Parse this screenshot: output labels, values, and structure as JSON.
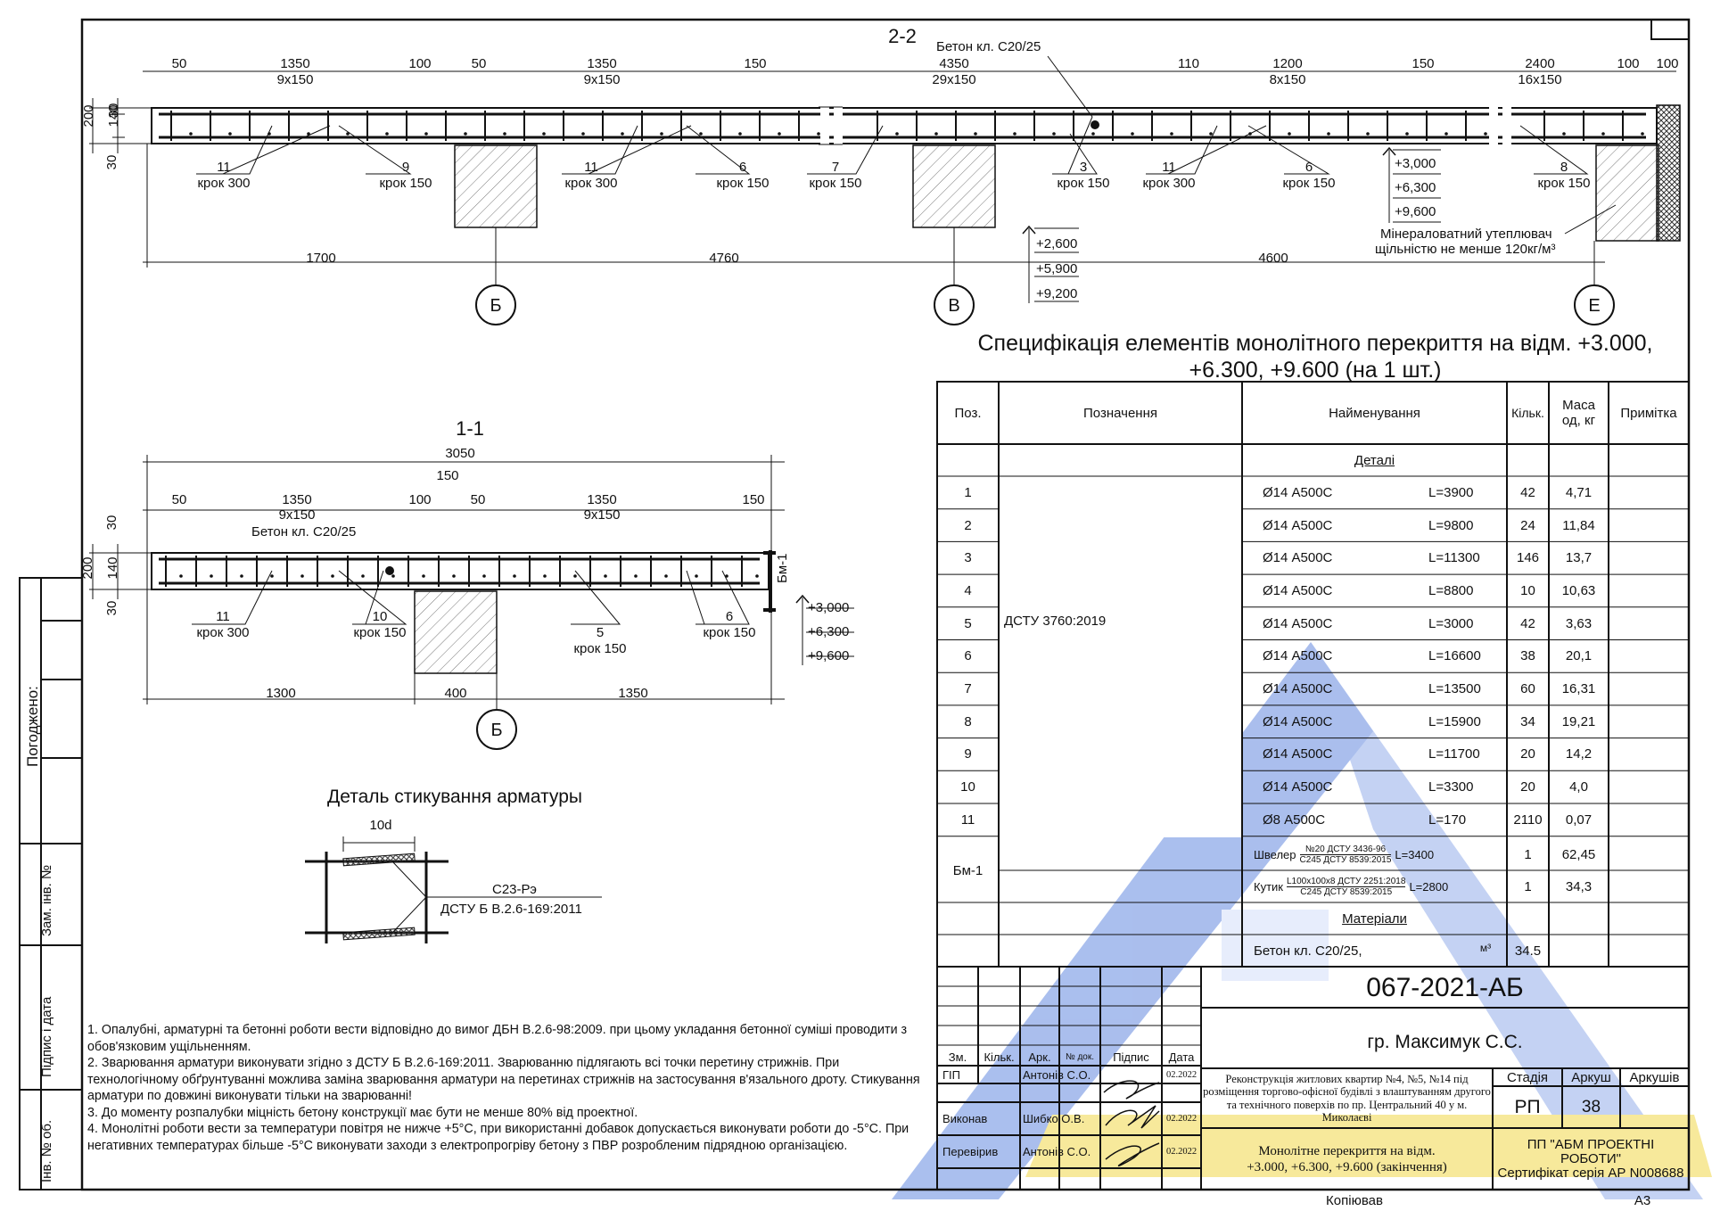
{
  "section_2_2": {
    "title": "2-2",
    "concrete_label": "Бетон кл. С20/25",
    "top_dims": [
      "50",
      "1350",
      "9x150",
      "100",
      "50",
      "1350",
      "9x150",
      "150",
      "4350",
      "29x150",
      "110",
      "1200",
      "8x150",
      "150",
      "2400",
      "16x150",
      "100",
      "100"
    ],
    "left_dims": [
      "30",
      "140",
      "200",
      "30"
    ],
    "bar_labels": [
      {
        "num": "11",
        "step": "крок 300"
      },
      {
        "num": "9",
        "step": "крок 150"
      },
      {
        "num": "11",
        "step": "крок 300"
      },
      {
        "num": "6",
        "step": "крок 150"
      },
      {
        "num": "7",
        "step": "крок 150"
      },
      {
        "num": "3",
        "step": "крок 150"
      },
      {
        "num": "11",
        "step": "крок 300"
      },
      {
        "num": "6",
        "step": "крок 150"
      },
      {
        "num": "8",
        "step": "крок 150"
      }
    ],
    "level_marks_a": [
      "+2,600",
      "+5,900",
      "+9,200"
    ],
    "level_marks_b": [
      "+3,000",
      "+6,300",
      "+9,600"
    ],
    "insulation_line1": "Мінераловатний утеплювач",
    "insulation_line2": "щільністю не менше 120кг/м³",
    "span_dims": [
      "1700",
      "4760",
      "4600"
    ],
    "axes": [
      "Б",
      "В",
      "Е"
    ]
  },
  "section_1_1": {
    "title": "1-1",
    "overall_dim": "3050",
    "top_dims": [
      "50",
      "1350",
      "9x150",
      "100",
      "150",
      "50",
      "1350",
      "9x150",
      "150"
    ],
    "left_dims": [
      "30",
      "140",
      "200",
      "30"
    ],
    "concrete_label": "Бетон кл. С20/25",
    "beam_label": "Бм-1",
    "bar_labels": [
      {
        "num": "11",
        "step": "крок 300"
      },
      {
        "num": "10",
        "step": "крок 150"
      },
      {
        "num": "5",
        "step": "крок 150"
      },
      {
        "num": "6",
        "step": "крок 150"
      }
    ],
    "level_marks": [
      "+3,000",
      "+6,300",
      "+9,600"
    ],
    "span_dims": [
      "1300",
      "400",
      "1350"
    ],
    "axis": "Б"
  },
  "detail": {
    "title": "Деталь стикування арматуры",
    "dim": "10d",
    "weld_label": "С23-Рэ",
    "standard": "ДСТУ Б В.2.6-169:2011"
  },
  "spec": {
    "title_line1": "Специфікація елементів монолітного перекриття на відм. +3.000,",
    "title_line2": "+6.300, +9.600 (на 1 шт.)",
    "headers": {
      "pos": "Поз.",
      "designation": "Позначення",
      "name": "Найменування",
      "qty": "Кільк.",
      "mass_line1": "Маса",
      "mass_line2": "од, кг",
      "note": "Примітка"
    },
    "section_details": "Деталі",
    "designation_details": "ДСТУ 3760:2019",
    "rows": [
      {
        "pos": "1",
        "name": "Ø14 А500С",
        "length": "L=3900",
        "qty": "42",
        "mass": "4,71"
      },
      {
        "pos": "2",
        "name": "Ø14 А500С",
        "length": "L=9800",
        "qty": "24",
        "mass": "11,84"
      },
      {
        "pos": "3",
        "name": "Ø14 А500С",
        "length": "L=11300",
        "qty": "146",
        "mass": "13,7"
      },
      {
        "pos": "4",
        "name": "Ø14 А500С",
        "length": "L=8800",
        "qty": "10",
        "mass": "10,63"
      },
      {
        "pos": "5",
        "name": "Ø14 А500С",
        "length": "L=3000",
        "qty": "42",
        "mass": "3,63"
      },
      {
        "pos": "6",
        "name": "Ø14 А500С",
        "length": "L=16600",
        "qty": "38",
        "mass": "20,1"
      },
      {
        "pos": "7",
        "name": "Ø14 А500С",
        "length": "L=13500",
        "qty": "60",
        "mass": "16,31"
      },
      {
        "pos": "8",
        "name": "Ø14 А500С",
        "length": "L=15900",
        "qty": "34",
        "mass": "19,21"
      },
      {
        "pos": "9",
        "name": "Ø14 А500С",
        "length": "L=11700",
        "qty": "20",
        "mass": "14,2"
      },
      {
        "pos": "10",
        "name": "Ø14 А500С",
        "length": "L=3300",
        "qty": "20",
        "mass": "4,0"
      },
      {
        "pos": "11",
        "name": "Ø8 А500С",
        "length": "L=170",
        "qty": "2110",
        "mass": "0,07"
      }
    ],
    "beam_pos": "Бм-1",
    "beam_rows": [
      {
        "prefix": "Швелер",
        "top": "№20 ДСТУ 3436-96",
        "bottom": "С245  ДСТУ 8539:2015",
        "length": "L=3400",
        "qty": "1",
        "mass": "62,45"
      },
      {
        "prefix": "Кутик",
        "top": "L100x100x8 ДСТУ 2251:2018",
        "bottom": "С245  ДСТУ 8539:2015",
        "length": "L=2800",
        "qty": "1",
        "mass": "34,3"
      }
    ],
    "section_materials": "Матеріали",
    "material": {
      "name": "Бетон кл. С20/25,",
      "unit": "м³",
      "qty": "34.5"
    }
  },
  "title_block": {
    "code": "067-2021-АБ",
    "client": "гр. Максимук С.С.",
    "col_headers": [
      "Зм.",
      "Кільк.",
      "Арк.",
      "№ док.",
      "Підпис",
      "Дата"
    ],
    "people": [
      {
        "role": "ГІП",
        "name": "Антонів С.О.",
        "date": "02.2022"
      },
      {
        "role": "Виконав",
        "name": "Шибко О.В.",
        "date": "02.2022"
      },
      {
        "role": "Перевірив",
        "name": "Антонів С.О.",
        "date": "02.2022"
      }
    ],
    "project_name": "Реконструкція житлових квартир №4, №5, №14 під розміщення торгово-офісної будівлі з влаштуванням другого та технічного поверхів по пр. Центральний 40 у м. Миколаєві",
    "stage_label": "Стадія",
    "sheet_label": "Аркуш",
    "sheets_label": "Аркушів",
    "stage": "РП",
    "sheet": "38",
    "sheets": "",
    "drawing_name": "Монолітне перекриття на відм. +3.000, +6.300, +9.600 (закінчення)",
    "company_line1": "ПП \"АБМ ПРОЕКТНІ",
    "company_line2": "РОБОТИ\"",
    "certificate": "Сертифікат серія АР N008688",
    "copied": "Копіював",
    "format": "А3"
  },
  "side_stamp": {
    "agreed": "Погоджено:",
    "replace_inv": "Зам. інв. №",
    "sign_date": "Підпис і дата",
    "inv_orig": "Інв. № об."
  },
  "notes": [
    "1. Опалубні, арматурні та бетонні роботи вести відповідно до вимог ДБН В.2.6-98:2009. при цьому укладання бетонної суміші проводити з обов'язковим ущільненням.",
    "2. Зварювання арматури виконувати згідно з ДСТУ Б В.2.6-169:2011. Зварюванню підлягають всі точки перетину стрижнів. При технологічному обґрунтуванні можлива заміна зварювання арматури на перетинах стрижнів на застосування в'язального дроту. Стикування арматури по довжині виконувати тільки на зварюванні!",
    "3. До моменту розпалубки міцність бетону конструкції має бути не менше 80% від проектної.",
    "4. Монолітні роботи вести за температури повітря не нижче +5°С, при використанні добавок допускається виконувати роботи до -5°С. При негативних температурах більше -5°С виконувати заходи з електропрогріву бетону з ПВР розробленим підрядною організацією."
  ],
  "colors": {
    "watermark_blue": "#8ea9e8",
    "watermark_yellow": "#f5e27a",
    "ink": "#111111"
  }
}
